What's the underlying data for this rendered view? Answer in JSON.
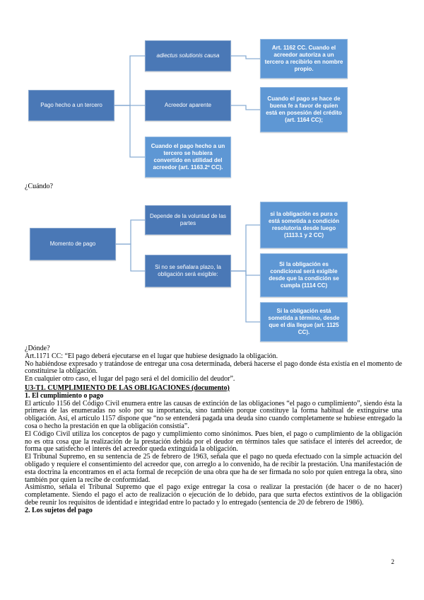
{
  "page_number": "2",
  "colors": {
    "box_dark": "#4a78b6",
    "box_light": "#5e97d4",
    "connector": "#8aadd4"
  },
  "diagram_pago_tercero": {
    "root": "Pago hecho a un tercero",
    "adiectus": "adiectus solutionis causa",
    "acreedor_aparente": "Acreedor aparente",
    "utilidad_acreedor": "Cuando el pago hecho a un tercero se hubiera convertido en utilidad del acreedor (art. 1163.2º CC).",
    "art_1162": "Art. 1162 CC. Cuando el acreedor autoriza a un tercero a recibirlo en nombre propio.",
    "art_1164": "Cuando el pago se hace de buena fe a favor de quien está en posesión del crédito (art. 1164 CC);"
  },
  "cuando_label": "¿Cuándo?",
  "diagram_momento_pago": {
    "root": "Momento de pago",
    "voluntad": "Depende de la voluntad de las partes",
    "sin_plazo": "Si no se señalara plazo, la obligación será exigible:",
    "pura": "si la obligación es pura o está sometida a condición resolutoria desde luego (1113.1 y 2 CC)",
    "condicional": "Si la obligación es condicional será exigible desde que la condición se cumpla (1114 CC)",
    "termino": "Si la obligación está sometida a término, desde que el día llegue (art. 1125 CC)."
  },
  "text": {
    "donde_label": "¿Dónde?",
    "donde_p1": "Art.1171 CC: “El pago deberá ejecutarse en el lugar que hubiese designado la obligación.",
    "donde_p2": "No habiéndose expresado y tratándose de entregar una cosa determinada, deberá hacerse el pago donde ésta existía en el momento de constituirse la obligación.",
    "donde_p3": "En cualquier otro caso, el lugar del pago será el del domicilio del deudor”.",
    "heading": "U3-T1. CUMPLIMIENTO DE LAS OBLIGACIONES (documento)",
    "s1_title": "1. El cumplimiento o pago",
    "s1_p1": "El artículo 1156 del Código Civil enumera entre las causas de extinción de las obligaciones “el pago o cumplimiento”, siendo ésta la primera de las enumeradas no solo por su importancia, sino también porque constituye la forma habitual de extinguirse una obligación. Así, el artículo 1157 dispone que “no se entenderá pagada una deuda sino cuando completamente se hubiese entregado la cosa o hecho la prestación en que la obligación consistía”.",
    "s1_p2": "El Código Civil utiliza los conceptos de pago y cumplimiento como sinónimos. Pues bien, el pago o cumplimiento de la obligación no es otra cosa que la realización de la prestación debida por el deudor en términos tales que satisface el interés del acreedor, de forma que satisfecho el interés del acreedor queda extinguida la obligación.",
    "s1_p3": "El Tribunal Supremo, en su sentencia de 25 de febrero de 1963, señala que el pago no queda efectuado con la simple actuación del obligado y requiere el consentimiento del acreedor que, con arreglo a lo convenido, ha de recibir la prestación. Una manifestación de esta doctrina la encontramos en el acta formal de recepción de una obra que ha de ser firmada no solo por quien entrega la obra, sino también por quien la recibe de conformidad.",
    "s1_p4": "Asimismo, señala el Tribunal Supremo que el pago exige entregar la cosa o realizar la prestación (de hacer o de no hacer) completamente. Siendo el pago el acto de realización o ejecución de lo debido, para que surta efectos extintivos de la obligación debe reunir los requisitos de identidad e integridad entre lo pactado y lo entregado (sentencia de 20 de febrero de 1986).",
    "s2_title": "2. Los sujetos del pago"
  }
}
